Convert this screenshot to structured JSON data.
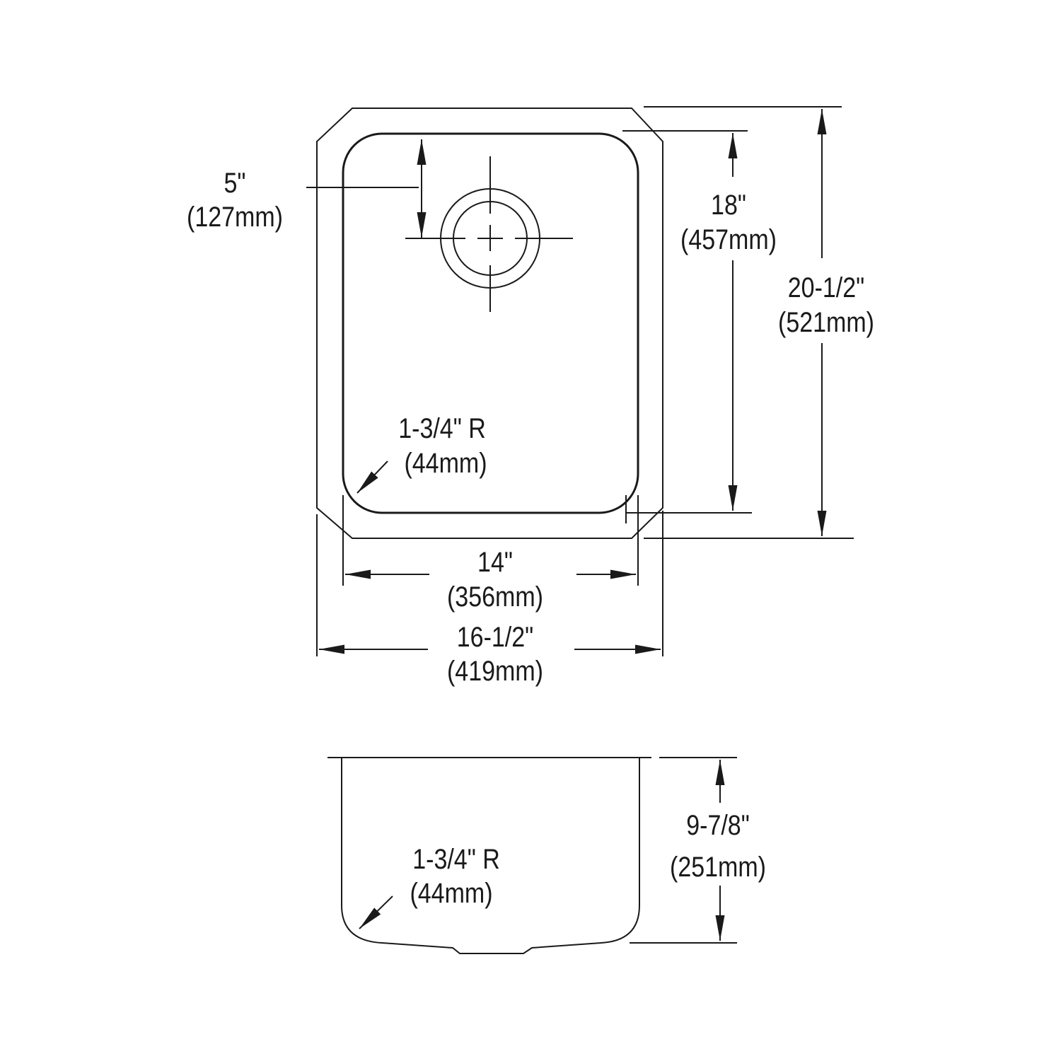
{
  "top_view": {
    "drain_offset": {
      "imperial": "5\"",
      "metric": "(127mm)"
    },
    "bowl_length": {
      "imperial": "18\"",
      "metric": "(457mm)"
    },
    "overall_length": {
      "imperial": "20-1/2\"",
      "metric": "(521mm)"
    },
    "bowl_width": {
      "imperial": "14\"",
      "metric": "(356mm)"
    },
    "overall_width": {
      "imperial": "16-1/2\"",
      "metric": "(419mm)"
    },
    "corner_radius": {
      "imperial": "1-3/4\" R",
      "metric": "(44mm)"
    }
  },
  "side_view": {
    "depth": {
      "imperial": "9-7/8\"",
      "metric": "(251mm)"
    },
    "corner_radius": {
      "imperial": "1-3/4\" R",
      "metric": "(44mm)"
    }
  },
  "colors": {
    "line": "#1a1a1a",
    "background": "#ffffff"
  }
}
